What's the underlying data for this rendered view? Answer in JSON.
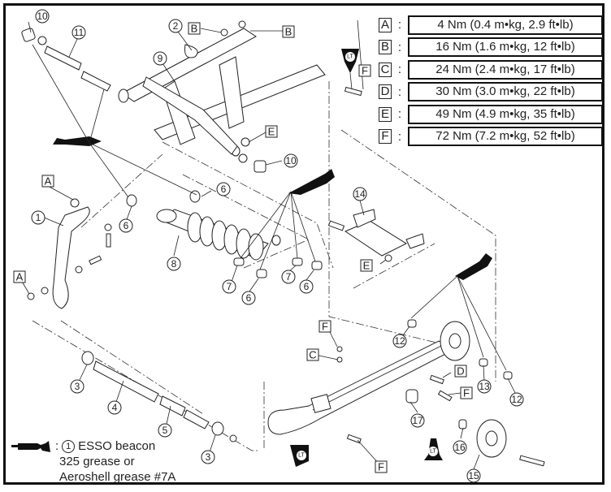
{
  "torque_specs": [
    {
      "key": "A",
      "value": "4 Nm (0.4 m•kg, 2.9 ft•lb)"
    },
    {
      "key": "B",
      "value": "16 Nm (1.6 m•kg, 12 ft•lb)"
    },
    {
      "key": "C",
      "value": "24 Nm (2.4 m•kg, 17 ft•lb)"
    },
    {
      "key": "D",
      "value": "30 Nm (3.0 m•kg, 22 ft•lb)"
    },
    {
      "key": "E",
      "value": "49 Nm (4.9 m•kg, 35 ft•lb)"
    },
    {
      "key": "F",
      "value": "72 Nm (7.2 m•kg, 52 ft•lb)"
    }
  ],
  "colon": ":",
  "legend": {
    "icon": "grease-gun-icon",
    "part_ref": "1",
    "line1": "ESSO beacon",
    "line2": "325 grease or",
    "line3": "Aeroshell grease #7A"
  },
  "locktite_label": "LT",
  "callouts": {
    "c1": "1",
    "c2": "2",
    "c3a": "3",
    "c3b": "3",
    "c4": "4",
    "c5": "5",
    "c6a": "6",
    "c6b": "6",
    "c6c": "6",
    "c6d": "6",
    "c7a": "7",
    "c7b": "7",
    "c8": "8",
    "c9": "9",
    "c10a": "10",
    "c10b": "10",
    "c11": "11",
    "c12a": "12",
    "c12b": "12",
    "c13": "13",
    "c14": "14",
    "c15": "15",
    "c16": "16",
    "c17": "17"
  },
  "letters": {
    "lA1": "A",
    "lA2": "A",
    "lB1": "B",
    "lB2": "B",
    "lC": "C",
    "lD": "D",
    "lE1": "E",
    "lE2": "E",
    "lF1": "F",
    "lF2": "F",
    "lF3": "F",
    "lF4": "F"
  }
}
